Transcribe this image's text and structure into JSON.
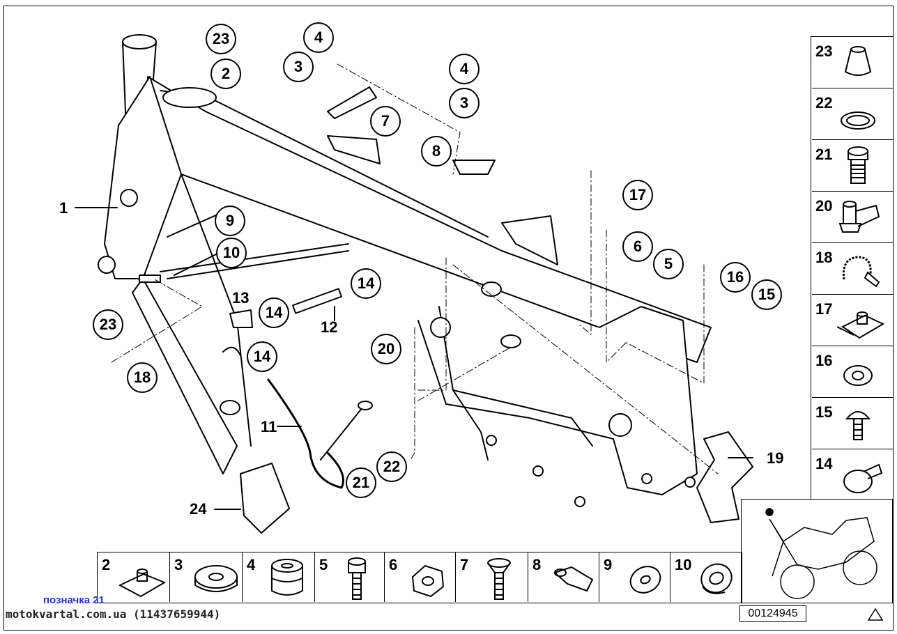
{
  "diagram": {
    "callouts": [
      {
        "id": "c23a",
        "text": "23"
      },
      {
        "id": "c2",
        "text": "2"
      },
      {
        "id": "c4a",
        "text": "4"
      },
      {
        "id": "c3a",
        "text": "3"
      },
      {
        "id": "c4b",
        "text": "4"
      },
      {
        "id": "c3b",
        "text": "3"
      },
      {
        "id": "c7",
        "text": "7"
      },
      {
        "id": "c8",
        "text": "8"
      },
      {
        "id": "c17",
        "text": "17"
      },
      {
        "id": "c6",
        "text": "6"
      },
      {
        "id": "c5",
        "text": "5"
      },
      {
        "id": "c16",
        "text": "16"
      },
      {
        "id": "c15",
        "text": "15"
      },
      {
        "id": "c9",
        "text": "9"
      },
      {
        "id": "c10",
        "text": "10"
      },
      {
        "id": "c14a",
        "text": "14"
      },
      {
        "id": "c14b",
        "text": "14"
      },
      {
        "id": "c14c",
        "text": "14"
      },
      {
        "id": "c20",
        "text": "20"
      },
      {
        "id": "c23b",
        "text": "23"
      },
      {
        "id": "c18",
        "text": "18"
      },
      {
        "id": "c21",
        "text": "21"
      },
      {
        "id": "c22",
        "text": "22"
      }
    ],
    "plain_labels": [
      {
        "id": "l1",
        "text": "1"
      },
      {
        "id": "l13",
        "text": "13"
      },
      {
        "id": "l12",
        "text": "12"
      },
      {
        "id": "l11",
        "text": "11"
      },
      {
        "id": "l24",
        "text": "24"
      },
      {
        "id": "l19",
        "text": "19"
      }
    ]
  },
  "legend_right": [
    "23",
    "22",
    "21",
    "20",
    "18",
    "17",
    "16",
    "15",
    "14"
  ],
  "legend_bottom": [
    "2",
    "3",
    "4",
    "5",
    "6",
    "7",
    "8",
    "9",
    "10"
  ],
  "captions": {
    "marker": "позначка 21",
    "site": "motokvartal.com.ua (11437659944)",
    "image_id": "00124945"
  }
}
